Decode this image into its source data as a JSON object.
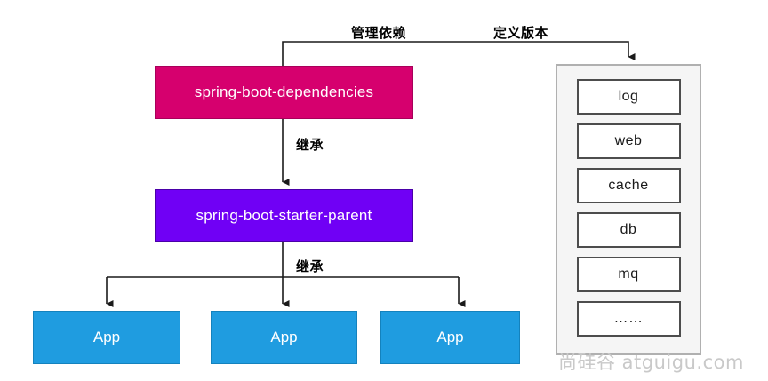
{
  "diagram": {
    "title": "spring-boot-dependencies inheritance diagram",
    "colors": {
      "dependencies_box": "#d6006e",
      "starter_parent_box": "#7000f5",
      "app_box": "#1f9ce0",
      "panel_background": "#f5f5f5",
      "panel_border": "#b0b0b0",
      "connector": "#1a1a1a",
      "watermark": "#c9c9c9"
    },
    "edge_labels": {
      "manage_dependencies": "管理依赖",
      "define_versions": "定义版本",
      "inherit_upper": "继承",
      "inherit_lower": "继承"
    },
    "nodes": {
      "dependencies": "spring-boot-dependencies",
      "starter_parent": "spring-boot-starter-parent"
    },
    "apps": [
      {
        "label": "App"
      },
      {
        "label": "App"
      },
      {
        "label": "App"
      }
    ],
    "starter_panel": {
      "items": [
        {
          "label": "log"
        },
        {
          "label": "web"
        },
        {
          "label": "cache"
        },
        {
          "label": "db"
        },
        {
          "label": "mq"
        },
        {
          "label": "……"
        }
      ]
    },
    "watermark": "尚硅谷 atguigu.com"
  }
}
